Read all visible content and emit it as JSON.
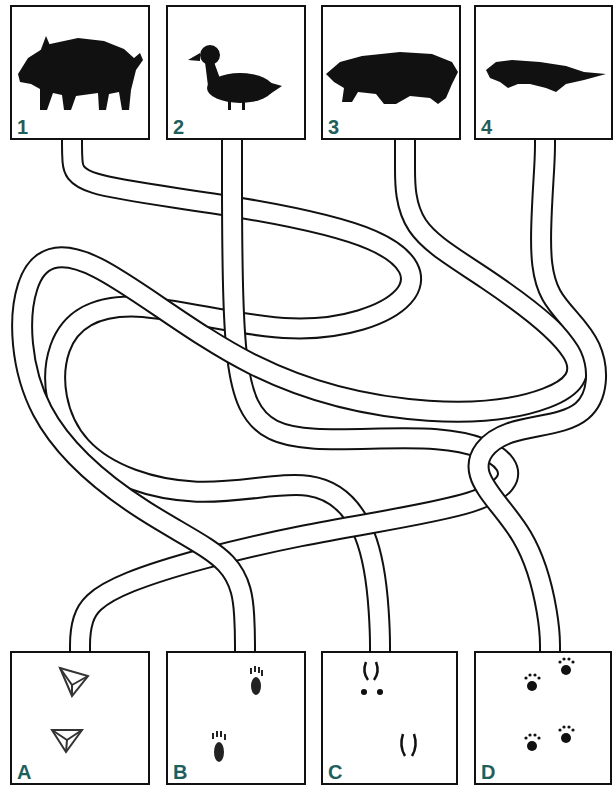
{
  "diagram": {
    "nodes": [
      {
        "text": [
          "1"
        ]
      },
      {
        "text": [
          "2"
        ]
      },
      {
        "text": [
          "3"
        ]
      },
      {
        "text": [
          "4"
        ]
      },
      {
        "text": [
          "A"
        ]
      },
      {
        "text": [
          "B"
        ]
      },
      {
        "text": [
          "C"
        ]
      },
      {
        "text": [
          "D"
        ]
      }
    ],
    "edges": [
      {
        "from": 0,
        "to": 6,
        "arrow": "none"
      },
      {
        "from": 1,
        "to": 4,
        "arrow": "none"
      },
      {
        "from": 2,
        "to": 5,
        "arrow": "none"
      },
      {
        "from": 3,
        "to": 7,
        "arrow": "none"
      }
    ]
  }
}
